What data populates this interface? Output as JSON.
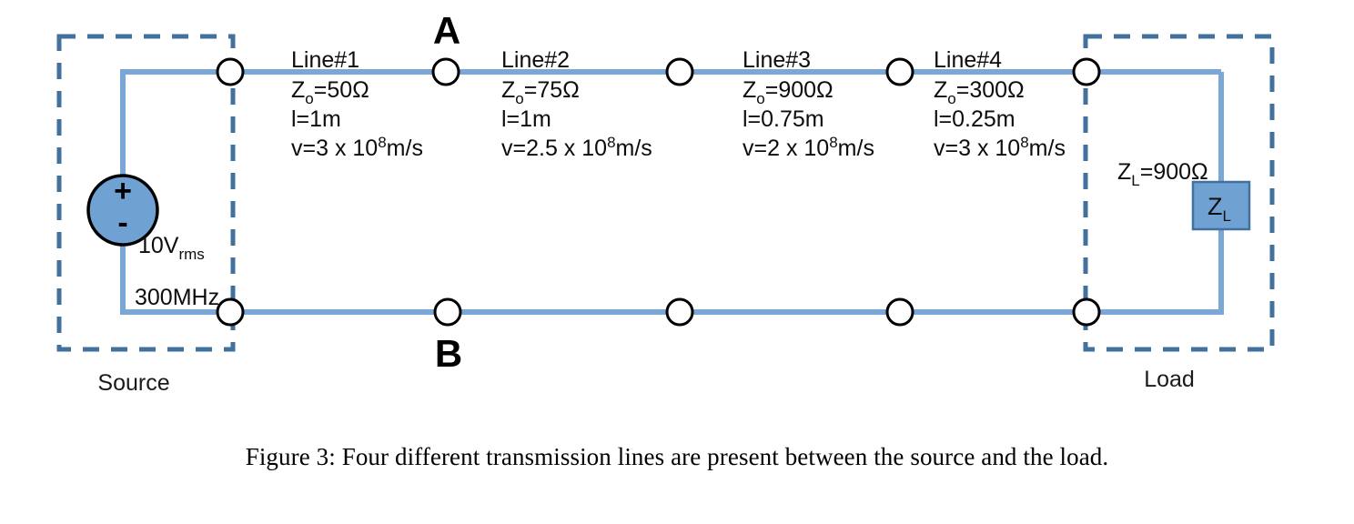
{
  "figure": {
    "caption": "Figure 3: Four different transmission lines are present between the source and the load."
  },
  "source_block": {
    "box_label": "Source",
    "voltage": "10V",
    "voltage_sub": "rms",
    "frequency": "300MHz",
    "polarity_plus": "+",
    "polarity_minus": "-"
  },
  "load_block": {
    "box_label": "Load",
    "impedance_symbol": "Z",
    "impedance_sub": "L",
    "impedance_label_prefix": "Z",
    "impedance_label_sub": "L",
    "impedance_label_value": "=900Ω"
  },
  "nodes": {
    "top_label": "A",
    "bottom_label": "B"
  },
  "lines": [
    {
      "name": "Line#1",
      "z_symbol": "Z",
      "z_sub": "o",
      "z_value": "=50Ω",
      "length": "l=1m",
      "velocity_prefix": "v=3 x 10",
      "velocity_exp": "8",
      "velocity_suffix": "m/s"
    },
    {
      "name": "Line#2",
      "z_symbol": "Z",
      "z_sub": "o",
      "z_value": "=75Ω",
      "length": "l=1m",
      "velocity_prefix": "v=2.5 x 10",
      "velocity_exp": "8",
      "velocity_suffix": "m/s"
    },
    {
      "name": "Line#3",
      "z_symbol": "Z",
      "z_sub": "o",
      "z_value": "=900Ω",
      "length": "l=0.75m",
      "velocity_prefix": "v=2 x 10",
      "velocity_exp": "8",
      "velocity_suffix": "m/s"
    },
    {
      "name": "Line#4",
      "z_symbol": "Z",
      "z_sub": "o",
      "z_value": "=300Ω",
      "length": "l=0.25m",
      "velocity_prefix": "v=3 x 10",
      "velocity_exp": "8",
      "velocity_suffix": "m/s"
    }
  ],
  "colors": {
    "wire": "#7BA7D7",
    "dashed_box": "#41719C",
    "source_fill": "#6FA1D3",
    "load_fill": "#6FA1D3",
    "text": "#0d0d0d"
  }
}
